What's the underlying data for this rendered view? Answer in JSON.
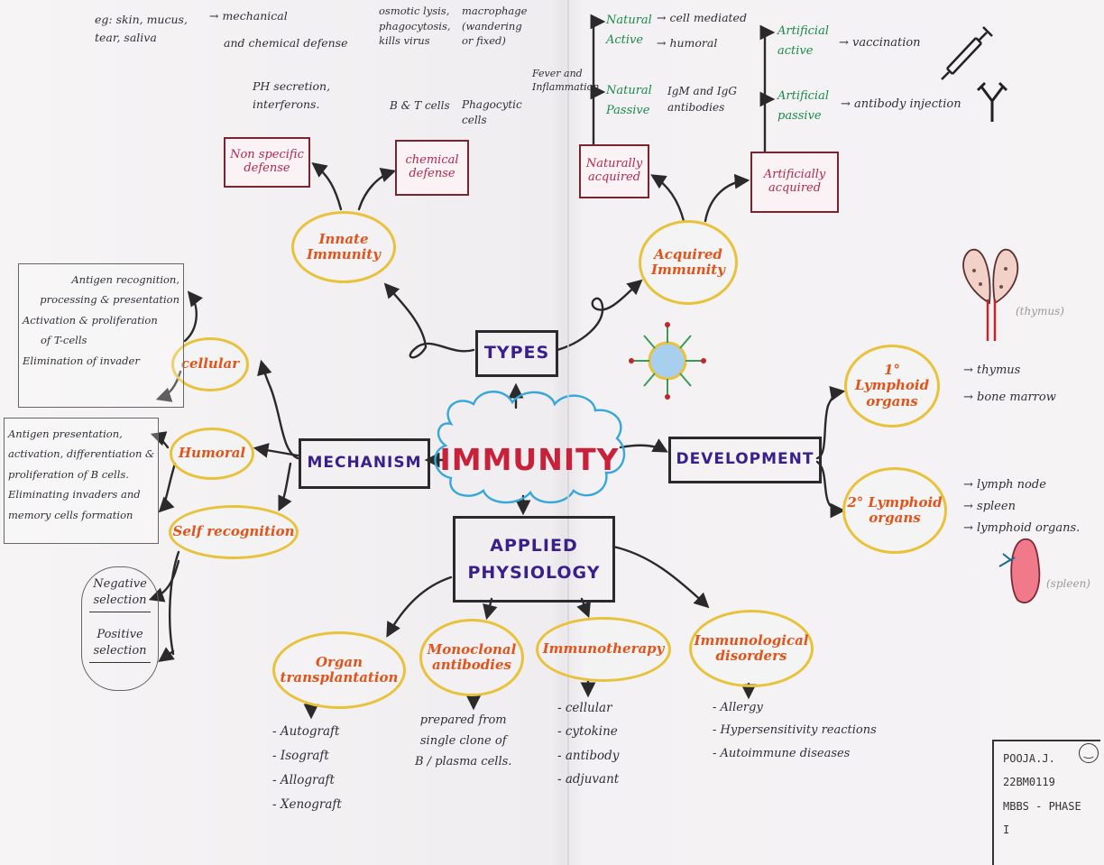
{
  "center": {
    "title": "IMMUNITY"
  },
  "hubs": {
    "types": "TYPES",
    "mechanism": "MECHANISM",
    "development": "DEVELOPMENT",
    "applied": "APPLIED PHYSIOLOGY"
  },
  "types": {
    "innate": "Innate Immunity",
    "non_specific": "Non specific defense",
    "chemical": "chemical defense",
    "mech_chem": "and chemical defense",
    "mechanical": "mechanical",
    "eg": "eg: skin, mucus, tear, saliva",
    "ph": "PH secretion, interferons.",
    "osmotic": "osmotic lysis, phagocytosis, kills virus",
    "macrophage": "macrophage (wandering or fixed)",
    "fever": "Fever and Inflammation",
    "bt_cells": "B & T cells",
    "phago_cells": "Phagocytic cells",
    "acquired": "Acquired Immunity",
    "naturally": "Naturally acquired",
    "artificially": "Artificially acquired",
    "natural_active": "Natural Active",
    "cell_mediated": "cell mediated",
    "humoral": "humoral",
    "natural_passive": "Natural Passive",
    "igm_igg": "IgM and IgG antibodies",
    "art_active": "Artificial active",
    "vaccination": "vaccination",
    "art_passive": "Artificial passive",
    "antibody_inj": "antibody injection"
  },
  "mechanism": {
    "cellular": "cellular",
    "cellular_notes": [
      "Antigen recognition,",
      "processing & presentation",
      "Activation & proliferation",
      "of T-cells",
      "Elimination of invader"
    ],
    "humoral": "Humoral",
    "humoral_notes": [
      "Antigen presentation,",
      "activation, differentiation &",
      "proliferation of B cells.",
      "Eliminating invaders and",
      "memory cells formation"
    ],
    "self": "Self recognition",
    "selection": [
      "Negative selection",
      "Positive selection"
    ]
  },
  "development": {
    "primary": "1° Lymphoid organs",
    "primary_items": [
      "thymus",
      "bone marrow"
    ],
    "secondary": "2° Lymphoid organs",
    "secondary_items": [
      "lymph node",
      "spleen",
      "lymphoid organs."
    ],
    "thymus_label": "(thymus)",
    "spleen_label": "(spleen)"
  },
  "applied": {
    "organ": "Organ transplantation",
    "organ_items": [
      "Autograft",
      "Isograft",
      "Allograft",
      "Xenograft"
    ],
    "mono": "Monoclonal antibodies",
    "mono_note": [
      "prepared from",
      "single clone of",
      "B / plasma cells."
    ],
    "immuno": "Immunotherapy",
    "immuno_items": [
      "cellular",
      "cytokine",
      "antibody",
      "adjuvant"
    ],
    "disorders": "Immunological disorders",
    "disorders_items": [
      "Allergy",
      "Hypersensitivity reactions",
      "Autoimmune diseases"
    ]
  },
  "signature": {
    "name": "POOJA.J.",
    "id": "22BM0119",
    "course": "MBBS - PHASE I"
  },
  "colors": {
    "oval_border": "#e8c23a",
    "oval_text": "#e0541c",
    "hub_text": "#3a1f8a",
    "center_text": "#c8223a",
    "cloud": "#35a7d8",
    "rect_border": "#7a2430",
    "rect_text": "#b0284a",
    "green_text": "#1a8a4a"
  }
}
